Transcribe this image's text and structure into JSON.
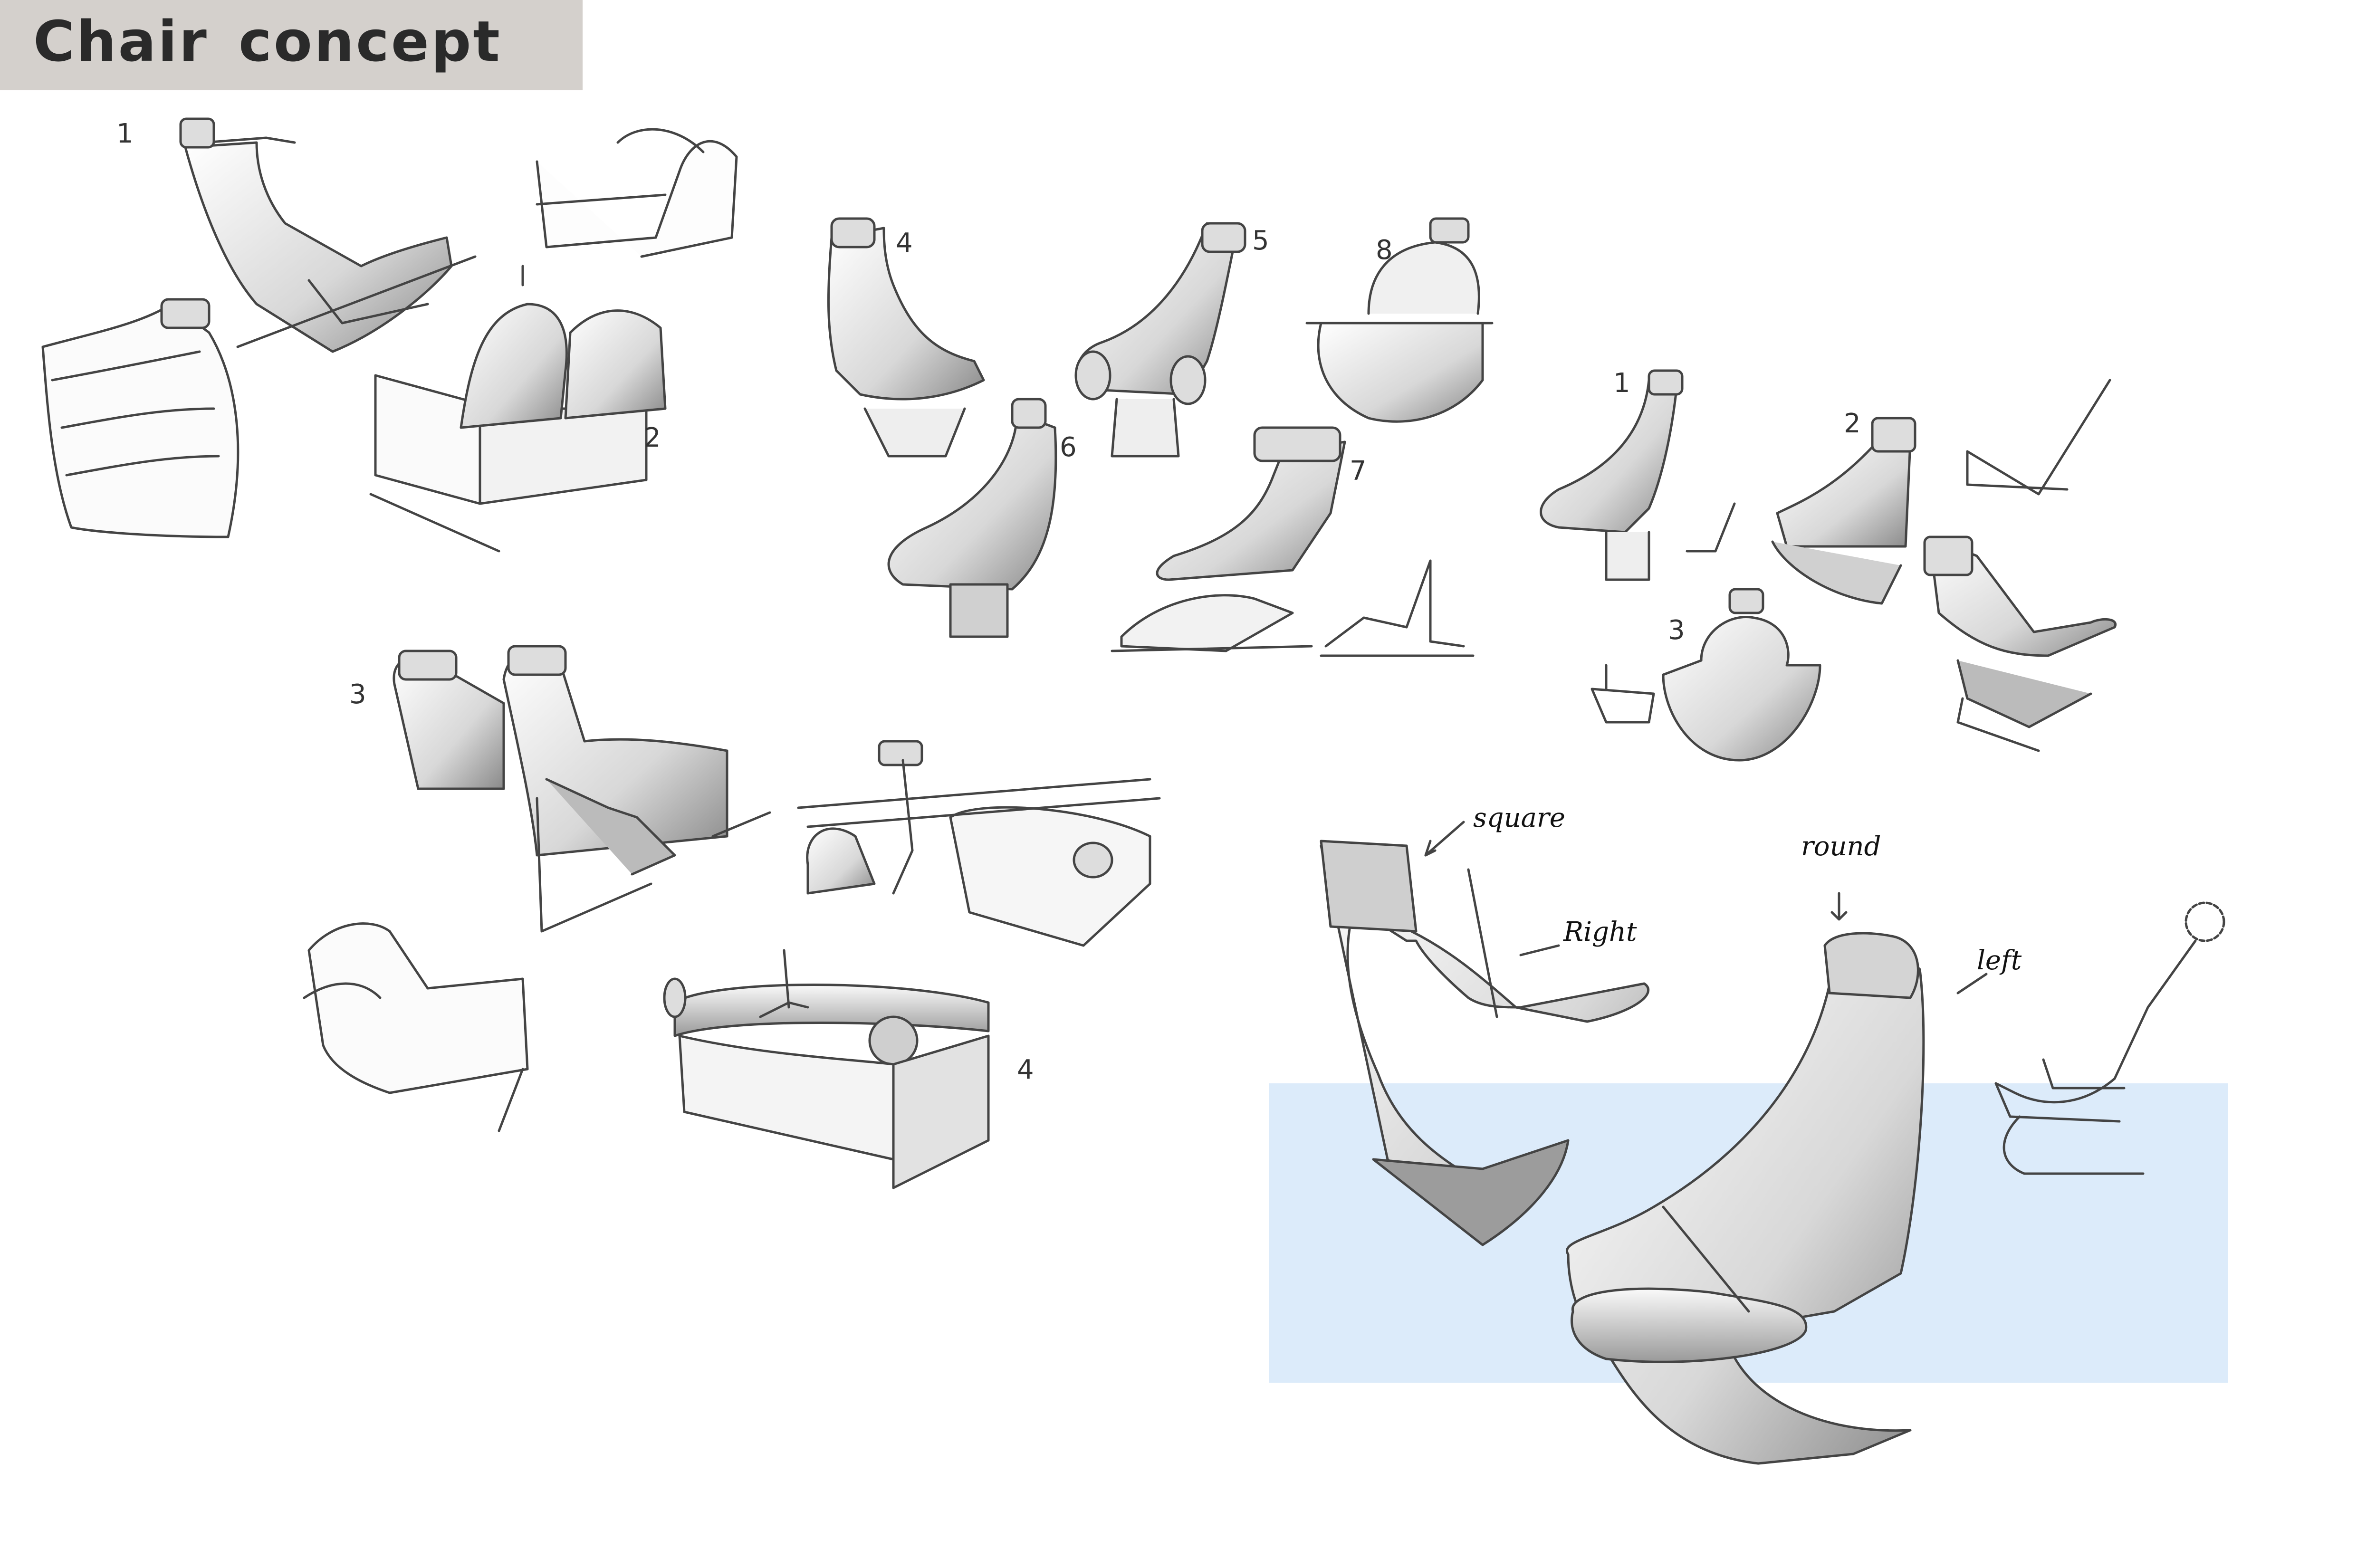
{
  "title": "Chair  concept",
  "colors": {
    "title_bg": "#d4d0cc",
    "highlight_panel": "#dcebfa",
    "line": "#444444"
  },
  "labels": {
    "g1": {
      "n1": "1",
      "n2": "2",
      "n3": "3",
      "n4": "4"
    },
    "g2": {
      "n4": "4",
      "n5": "5",
      "n6": "6",
      "n7": "7",
      "n8": "8"
    },
    "g3": {
      "n1": "1",
      "n2": "2",
      "n3": "3"
    }
  },
  "annotations": {
    "square": "square",
    "right": "Right",
    "round": "round",
    "left": "left"
  }
}
